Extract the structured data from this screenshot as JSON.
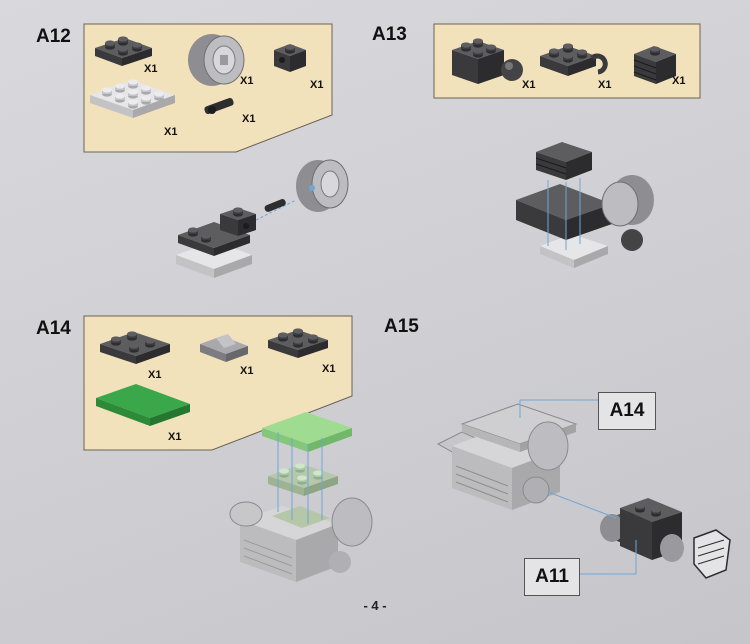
{
  "steps": [
    {
      "id": "A12",
      "parts": [
        {
          "qty": "X1"
        },
        {
          "qty": "X1"
        },
        {
          "qty": "X1"
        },
        {
          "qty": "X1"
        },
        {
          "qty": "X1"
        }
      ]
    },
    {
      "id": "A13",
      "parts": [
        {
          "qty": "X1"
        },
        {
          "qty": "X1"
        },
        {
          "qty": "X1"
        }
      ]
    },
    {
      "id": "A14",
      "parts": [
        {
          "qty": "X1"
        },
        {
          "qty": "X1"
        },
        {
          "qty": "X1"
        },
        {
          "qty": "X1"
        }
      ]
    },
    {
      "id": "A15"
    }
  ],
  "callouts": {
    "a14": "A14",
    "a11": "A11"
  },
  "page_number": "- 4 -",
  "colors": {
    "parts_box": "#f2e2bb",
    "dark_brick": "#4a4a4c",
    "light_brick": "#e3e3e3",
    "green_tile": "#3aa84a",
    "light_green": "#9fdc92",
    "callout_line": "#6fa6d6"
  }
}
